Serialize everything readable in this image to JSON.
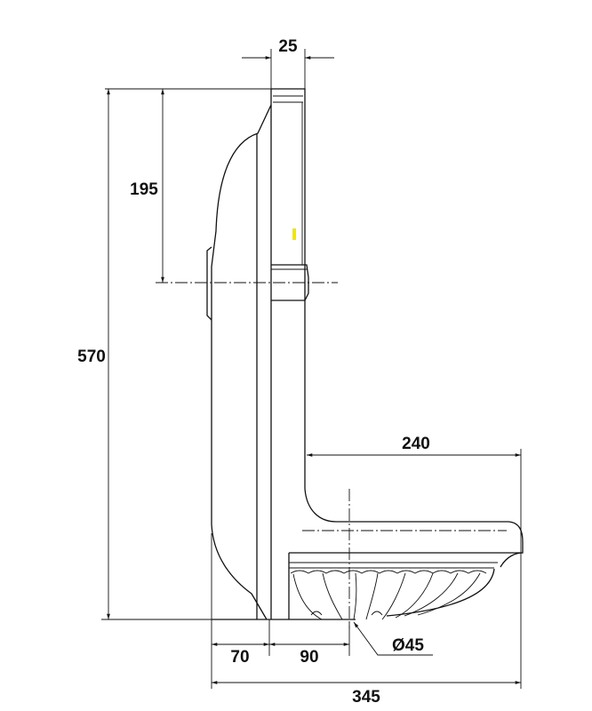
{
  "drawing": {
    "dimensions": {
      "top_depth": "25",
      "outlet_height": "195",
      "total_height": "570",
      "basin_depth": "240",
      "body_depth": "70",
      "drain_offset": "90",
      "drain_diameter": "Ø45",
      "total_depth": "345"
    },
    "colors": {
      "line": "#111111",
      "marker": "#f2e600"
    }
  }
}
